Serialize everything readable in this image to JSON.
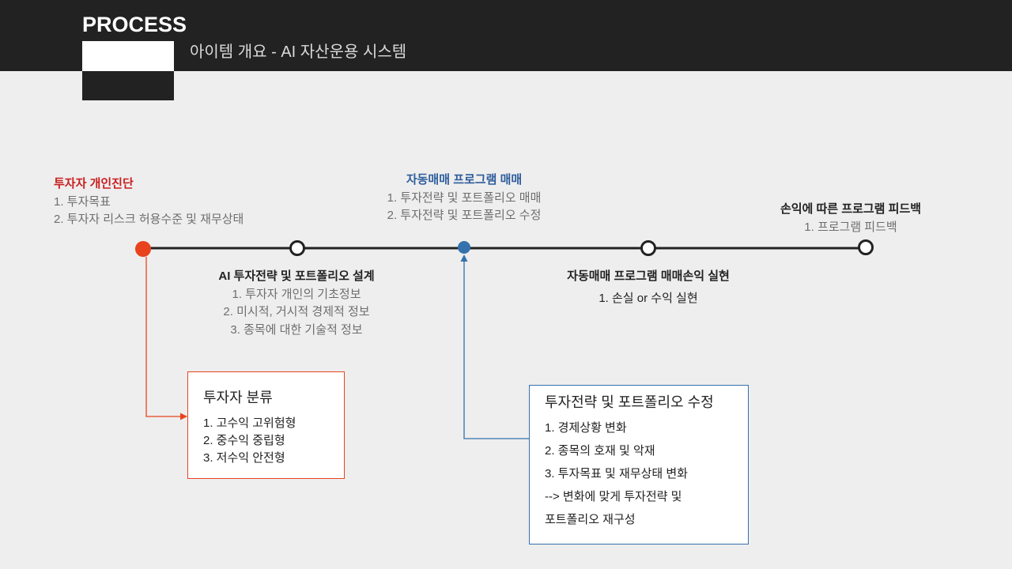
{
  "header": {
    "title": "PROCESS",
    "subtitle": "아이템 개요 - AI 자산운용 시스템"
  },
  "steps": [
    {
      "title": "투자자 개인진단",
      "items": [
        "1. 투자목표",
        "2. 투자자 리스크 허용수준 및 재무상태"
      ]
    },
    {
      "title": "AI 투자전략 및 포트폴리오 설계",
      "items": [
        "1. 투자자 개인의 기초정보",
        "2. 미시적, 거시적 경제적 정보",
        "3. 종목에 대한 기술적 정보"
      ]
    },
    {
      "title": "자동매매 프로그램 매매",
      "items": [
        "1. 투자전략 및 포트폴리오 매매",
        "2. 투자전략 및 포트폴리오 수정"
      ]
    },
    {
      "title": "자동매매 프로그램 매매손익 실현",
      "items": [
        "1. 손실 or 수익 실현"
      ]
    },
    {
      "title": "손익에 따른 프로그램 피드백",
      "items": [
        "1. 프로그램 피드백"
      ]
    }
  ],
  "boxes": {
    "classification": {
      "title": "투자자 분류",
      "items": [
        "1. 고수익 고위험형",
        "2. 중수익 중립형",
        "3. 저수익 안전형"
      ]
    },
    "revision": {
      "title": "투자전략 및 포트폴리오 수정",
      "items": [
        "1. 경제상황 변화",
        "2. 종목의 호재 및 악재",
        "3. 투자목표 및 재무상태 변화",
        "--> 변화에 맞게 투자전략 및",
        "포트폴리오 재구성"
      ]
    }
  },
  "colors": {
    "header_bg": "#222222",
    "page_bg": "#eeeeee",
    "header_title": "#ffffff",
    "header_subtitle": "#dadada",
    "text_dark": "#222222",
    "text_grey": "#6e6e6e",
    "line_dark": "#222222",
    "accent_red": "#e8431d",
    "accent_blue": "#3471ad",
    "step_red_title": "#c91f1f",
    "step_blue_title": "#2e5d9c"
  }
}
